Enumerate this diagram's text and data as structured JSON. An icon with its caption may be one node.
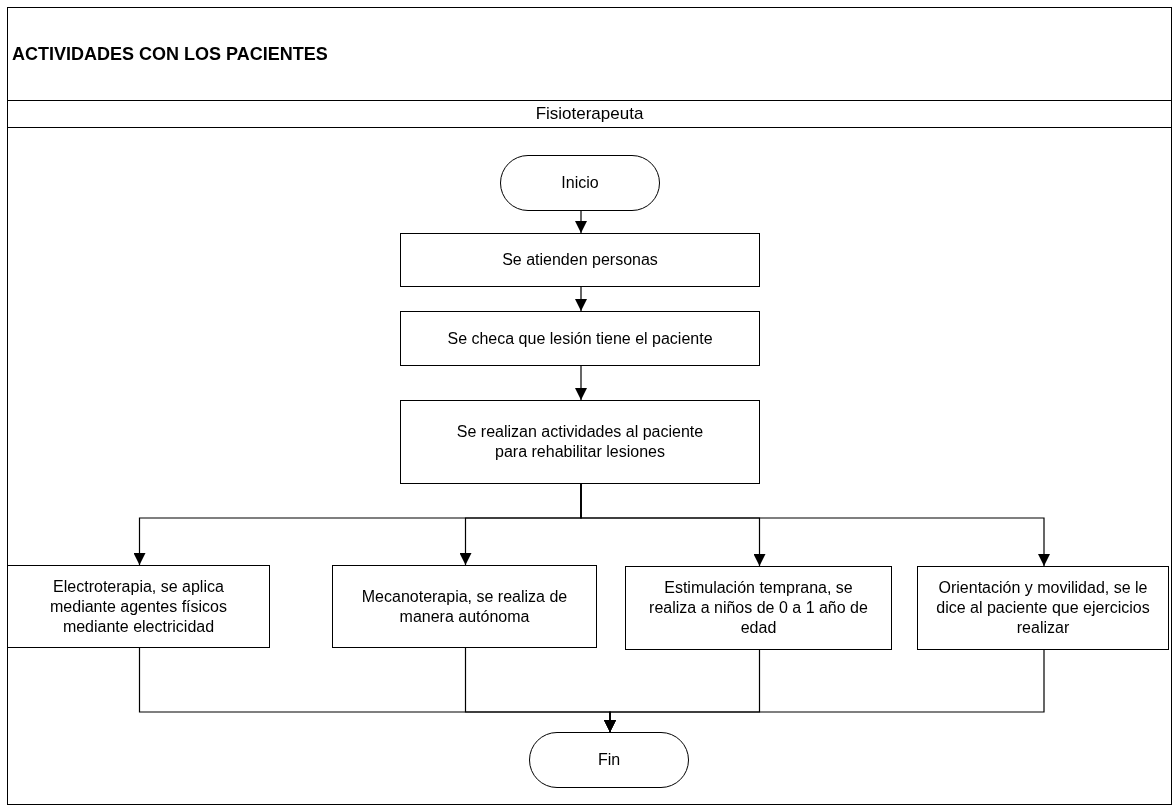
{
  "diagram": {
    "nodes": [
      {
        "text": [
          "ACTIVIDADES CON LOS PACIENTES"
        ]
      },
      {
        "text": [
          "Fisioterapeuta"
        ],
        "in": 0
      },
      {
        "text": [
          "Inicio"
        ],
        "in": 1
      },
      {
        "text": [
          "Se atienden personas"
        ],
        "in": 1
      },
      {
        "text": [
          "Se checa que lesión tiene el paciente"
        ],
        "in": 1
      },
      {
        "text": [
          "Se realizan actividades al paciente para rehabilitar lesiones"
        ],
        "in": 1
      },
      {
        "text": [
          "Electroterapia, se aplica mediante agentes físicos mediante electricidad"
        ],
        "in": 1
      },
      {
        "text": [
          "Mecanoterapia, se realiza de manera autónoma"
        ],
        "in": 1
      },
      {
        "text": [
          "Estimulación temprana, se realiza a niños de 0 a 1 año de edad"
        ],
        "in": 1
      },
      {
        "text": [
          "Orientación y movilidad, se le dice al paciente que ejercicios realizar"
        ],
        "in": 1
      },
      {
        "text": [
          "Fin"
        ],
        "in": 1
      }
    ],
    "edges": [
      {
        "from": 2,
        "to": 3,
        "arrow": "to"
      },
      {
        "from": 3,
        "to": 4,
        "arrow": "to"
      },
      {
        "from": 4,
        "to": 5,
        "arrow": "to"
      },
      {
        "from": 5,
        "to": 6,
        "arrow": "to"
      },
      {
        "from": 5,
        "to": 7,
        "arrow": "to"
      },
      {
        "from": 5,
        "to": 8,
        "arrow": "to"
      },
      {
        "from": 5,
        "to": 9,
        "arrow": "to"
      },
      {
        "from": 6,
        "to": 10,
        "arrow": "to"
      },
      {
        "from": 7,
        "to": 10,
        "arrow": "to"
      },
      {
        "from": 8,
        "to": 10,
        "arrow": "to"
      },
      {
        "from": 9,
        "to": 10,
        "arrow": "to"
      }
    ]
  }
}
